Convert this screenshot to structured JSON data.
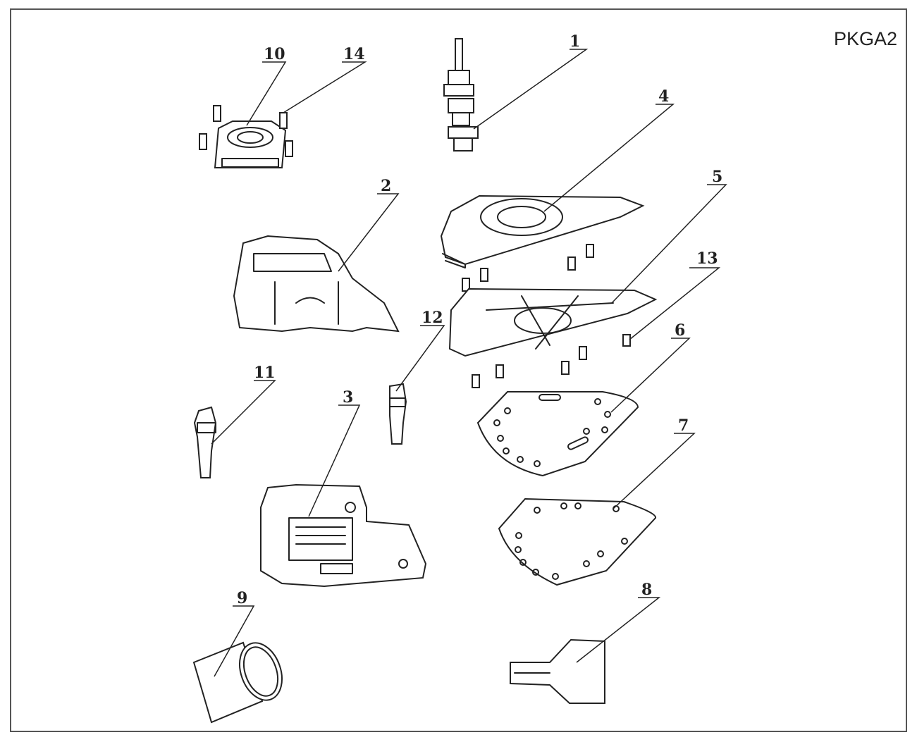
{
  "model_code": "PKGA2",
  "callouts": [
    "1",
    "2",
    "3",
    "4",
    "5",
    "6",
    "7",
    "8",
    "9",
    "10",
    "11",
    "12",
    "13",
    "14"
  ]
}
